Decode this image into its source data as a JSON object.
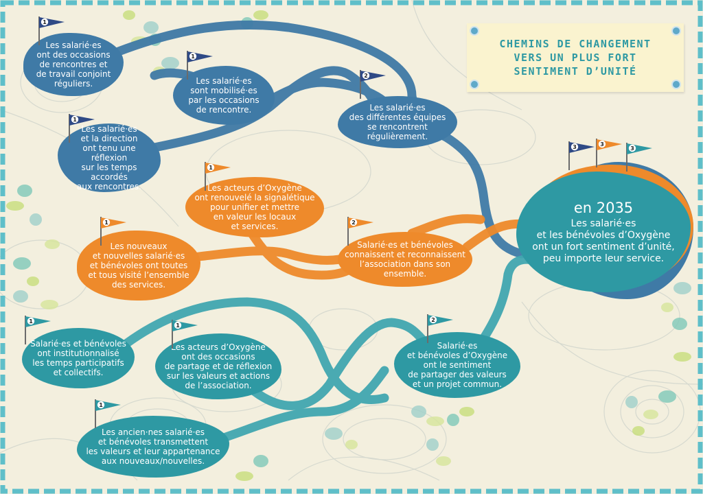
{
  "title": "CHEMINS DE CHANGEMENT\nVERS UN PLUS FORT\nSENTIMENT D’UNITÉ",
  "colors": {
    "blue": "#3f7aa6",
    "orange": "#ee8a2b",
    "teal": "#2e99a3",
    "background": "#f3efde",
    "border": "#5fbfc9"
  },
  "icons": {
    "flag": "numbered-flag-icon",
    "pin": "pushpin-icon",
    "moss": "moss-patch-decoration"
  },
  "paths": {
    "blue": [
      {
        "step": "1",
        "text": "Les salarié·es\nont des occasions\nde rencontres et\nde travail conjoint\nréguliers."
      },
      {
        "step": "1",
        "text": "Les salarié·es\nsont mobilisé·es\npar les occasions\nde rencontre."
      },
      {
        "step": "1",
        "text": "Les salarié·es\net la direction\nont tenu une réflexion\nsur les temps accordés\naux rencontres."
      },
      {
        "step": "2",
        "text": "Les salarié·es\ndes différentes équipes\nse rencontrent\nrégulièrement."
      }
    ],
    "orange": [
      {
        "step": "1",
        "text": "Les acteurs d’Oxygène\nont renouvelé la signalétique\npour unifier et mettre\nen valeur les locaux\net services."
      },
      {
        "step": "1",
        "text": "Les nouveaux\net nouvelles salarié·es\net bénévoles ont toutes\net tous visité l’ensemble\ndes services."
      },
      {
        "step": "2",
        "text": "Salarié·es et bénévoles\nconnaissent et reconnaissent\nl’association dans son\nensemble."
      }
    ],
    "teal": [
      {
        "step": "1",
        "text": "Salarié·es et bénévoles\nont institutionnalisé\nles temps participatifs\net collectifs."
      },
      {
        "step": "1",
        "text": "Les acteurs d’Oxygène\nont des occasions\nde partage et de réflexion\nsur les valeurs et actions\nde l’association."
      },
      {
        "step": "1",
        "text": "Les ancien·nes salarié·es\net bénévoles transmettent\nles valeurs et leur appartenance\naux nouveaux/nouvelles."
      },
      {
        "step": "2",
        "text": "Salarié·es\net bénévoles d’Oxygène\nont le sentiment\nde partager des valeurs\net un projet commun."
      }
    ]
  },
  "goal": {
    "year": "en 2035",
    "text": "Les salarié·es\net les bénévoles d’Oxygène\nont un fort sentiment d’unité,\npeu importe leur service.",
    "flags": [
      "3",
      "3",
      "3"
    ]
  }
}
